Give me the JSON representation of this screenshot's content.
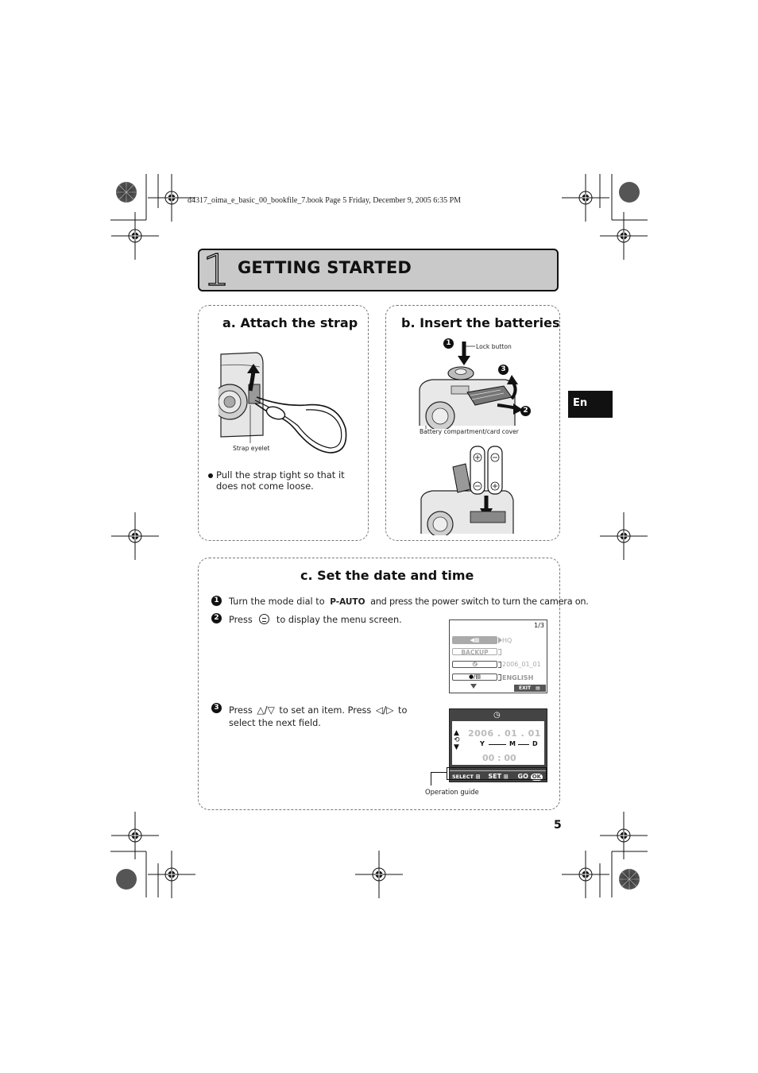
{
  "header": {
    "file_line": "d4317_oima_e_basic_00_bookfile_7.book  Page 5  Friday, December 9, 2005  6:35 PM"
  },
  "chapter": {
    "number": "1",
    "title": "GETTING STARTED"
  },
  "side_tab": {
    "label": "En"
  },
  "section_a": {
    "title": "a. Attach the strap",
    "label_eyelet": "Strap eyelet",
    "bullet": "Pull the strap tight so that it does not come loose."
  },
  "section_b": {
    "title": "b. Insert the batteries",
    "label_lock": "Lock button",
    "label_cover": "Battery compartment/card cover",
    "markers": [
      "1",
      "2",
      "3"
    ]
  },
  "section_c": {
    "title": "c. Set the date and time",
    "steps": [
      {
        "num": "1",
        "pre": "Turn the mode dial to",
        "mode": "P-AUTO",
        "post": "and press the power switch to turn the camera on."
      },
      {
        "num": "2",
        "pre": "Press",
        "post": "to display the menu screen."
      },
      {
        "num": "3",
        "pre": "Press",
        "mid": "to set an item. Press",
        "post": "to",
        "line2": "select the next field."
      }
    ],
    "menu_screen": {
      "page": "1/3",
      "items": [
        {
          "value": "HQ"
        },
        {
          "label": "BACKUP",
          "value": ""
        },
        {
          "value": "2006_01_01"
        },
        {
          "value": "ENGLISH"
        }
      ],
      "exit_label": "EXIT"
    },
    "date_screen": {
      "date": "2006 . 01 . 01",
      "ymd": [
        "Y",
        "M",
        "D"
      ],
      "time": "00 : 00",
      "guide": {
        "select": "SELECT",
        "set": "SET",
        "go": "GO",
        "ok": "OK"
      }
    },
    "label_guide": "Operation guide"
  },
  "page_number": "5"
}
